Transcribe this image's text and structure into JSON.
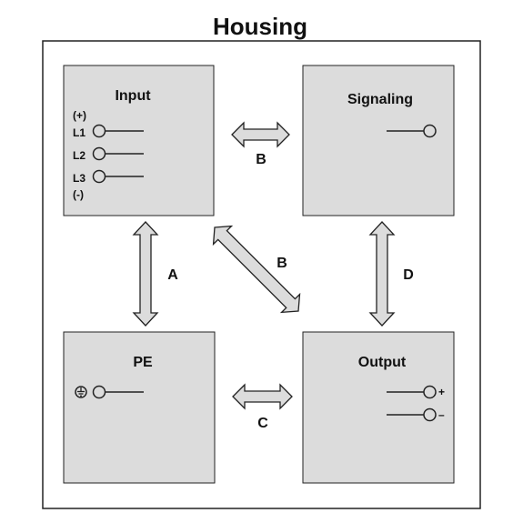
{
  "title": "Housing",
  "blocks": {
    "input": {
      "label": "Input",
      "terminals": {
        "plus": "(+)",
        "l1": "L1",
        "l2": "L2",
        "l3": "L3",
        "minus": "(-)"
      }
    },
    "signaling": {
      "label": "Signaling"
    },
    "pe": {
      "label": "PE",
      "earth_icon": "protective-earth-icon"
    },
    "output": {
      "label": "Output",
      "terminals": {
        "plus": "+",
        "minus": "–"
      }
    }
  },
  "connections": {
    "input_signaling": "B",
    "input_output": "B",
    "input_pe": "A",
    "pe_output": "C",
    "signaling_output": "D"
  },
  "colors": {
    "block_fill": "#dcdcdc",
    "arrow_fill": "#dcdcdc",
    "stroke": "#222222",
    "background": "#ffffff"
  }
}
